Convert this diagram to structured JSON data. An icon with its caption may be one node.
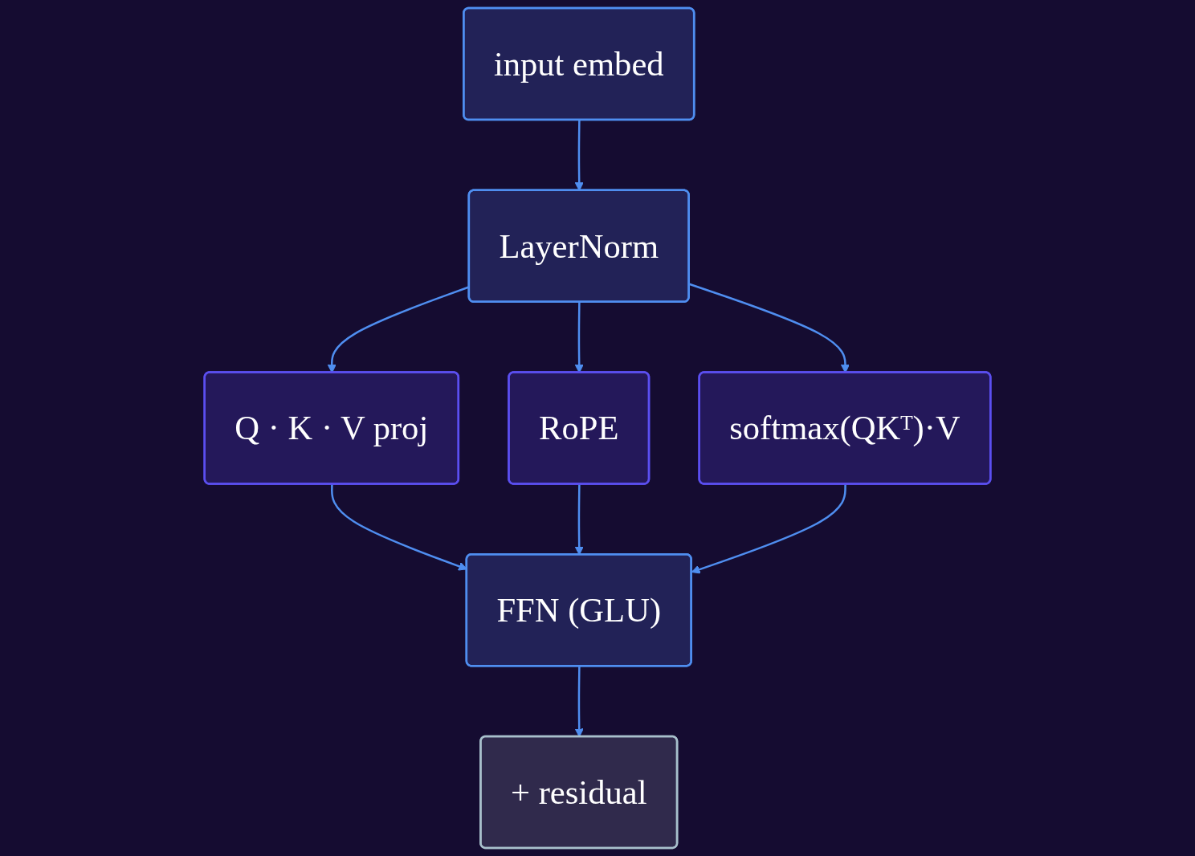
{
  "diagram": {
    "nodes": [
      {
        "text": [
          "input embed"
        ]
      },
      {
        "text": [
          "LayerNorm"
        ]
      },
      {
        "text": [
          "Q · K · V proj"
        ]
      },
      {
        "text": [
          "RoPE"
        ]
      },
      {
        "text": [
          "softmax(QKᵀ)·V"
        ]
      },
      {
        "text": [
          "FFN (GLU)"
        ]
      },
      {
        "text": [
          "+ residual"
        ]
      }
    ],
    "edges": [
      {
        "from": 0,
        "to": 1,
        "arrow": "to"
      },
      {
        "from": 1,
        "to": 2,
        "arrow": "to"
      },
      {
        "from": 1,
        "to": 3,
        "arrow": "to"
      },
      {
        "from": 1,
        "to": 4,
        "arrow": "to"
      },
      {
        "from": 2,
        "to": 5,
        "arrow": "to"
      },
      {
        "from": 3,
        "to": 5,
        "arrow": "to"
      },
      {
        "from": 4,
        "to": 5,
        "arrow": "to"
      },
      {
        "from": 5,
        "to": 6,
        "arrow": "to"
      }
    ]
  }
}
